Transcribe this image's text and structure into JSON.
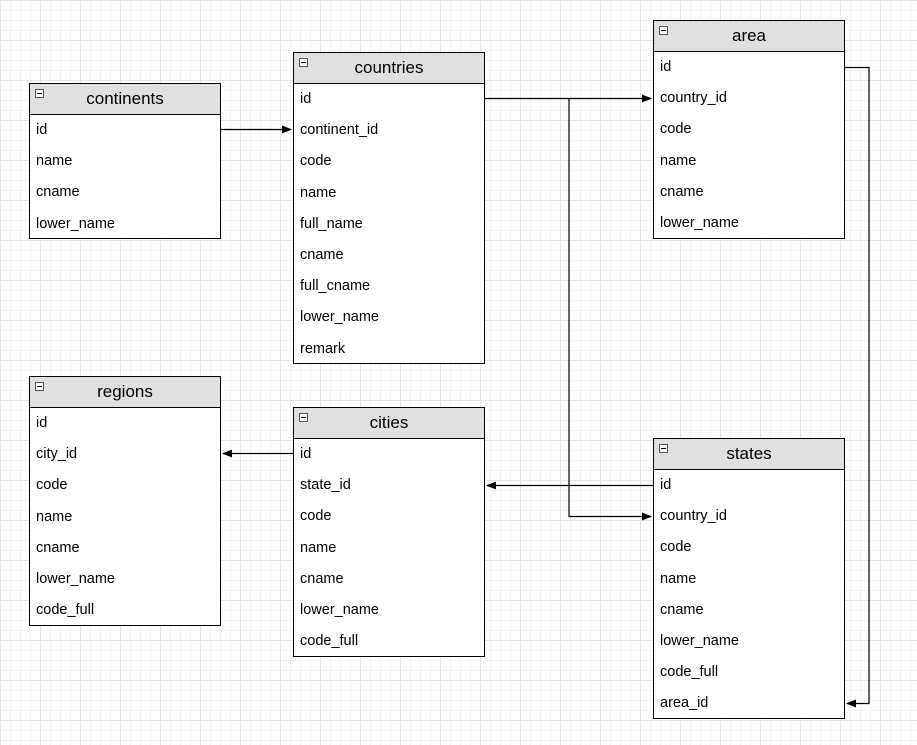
{
  "tables": {
    "continents": {
      "title": "continents",
      "fields": [
        "id",
        "name",
        "cname",
        "lower_name"
      ]
    },
    "countries": {
      "title": "countries",
      "fields": [
        "id",
        "continent_id",
        "code",
        "name",
        "full_name",
        "cname",
        "full_cname",
        "lower_name",
        "remark"
      ]
    },
    "area": {
      "title": "area",
      "fields": [
        "id",
        "country_id",
        "code",
        "name",
        "cname",
        "lower_name"
      ]
    },
    "regions": {
      "title": "regions",
      "fields": [
        "id",
        "city_id",
        "code",
        "name",
        "cname",
        "lower_name",
        "code_full"
      ]
    },
    "cities": {
      "title": "cities",
      "fields": [
        "id",
        "state_id",
        "code",
        "name",
        "cname",
        "lower_name",
        "code_full"
      ]
    },
    "states": {
      "title": "states",
      "fields": [
        "id",
        "country_id",
        "code",
        "name",
        "cname",
        "lower_name",
        "code_full",
        "area_id"
      ]
    }
  },
  "relations": [
    {
      "from": "continents.id",
      "to": "countries.continent_id"
    },
    {
      "from": "countries.id",
      "to": "area.country_id"
    },
    {
      "from": "countries.id",
      "to": "states.country_id"
    },
    {
      "from": "area.id",
      "to": "states.area_id"
    },
    {
      "from": "states.id",
      "to": "cities.state_id"
    },
    {
      "from": "cities.id",
      "to": "regions.city_id"
    }
  ],
  "colors": {
    "header_bg": "#e0e0e0",
    "border": "#000000",
    "connector": "#000000",
    "grid": "#e3e3e3"
  }
}
